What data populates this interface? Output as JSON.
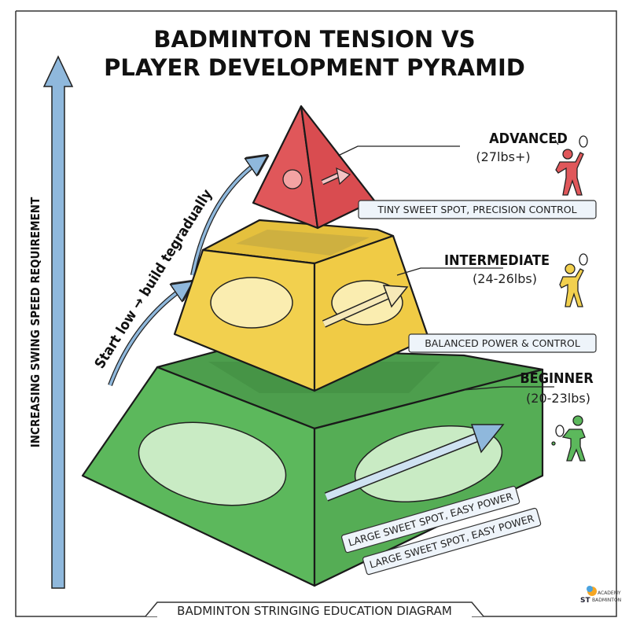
{
  "title": {
    "line1": "BADMINTON TENSION VS",
    "line2": "PLAYER DEVELOPMENT PYRAMID"
  },
  "axis_label": "INCREASING SWING SPEED REQUIREMENT",
  "progression_text": "Start low → build tegradually",
  "levels": [
    {
      "name": "ADVANCED",
      "tension": "(27lbs+)",
      "description": "TINY SWEET SPOT, PRECISION CONTROL",
      "color": "#e0575a",
      "icon": "advanced-player-icon"
    },
    {
      "name": "INTERMEDIATE",
      "tension": "(24-26lbs)",
      "description": "BALANCED POWER & CONTROL",
      "color": "#f2d04e",
      "icon": "intermediate-player-icon"
    },
    {
      "name": "BEGINNER",
      "tension": "(20-23lbs)",
      "description": "LARGE SWEET SPOT, EASY POWER",
      "description_repeat": "LARGE SWEET SPOT, EASY POWER",
      "color": "#5cb85c",
      "icon": "beginner-player-icon"
    }
  ],
  "footer": "BADMINTON STRINGING EDUCATION DIAGRAM",
  "logo": {
    "line1": "ACADEMY",
    "line2": "ST",
    "line3": "BADMINTON"
  },
  "colors": {
    "arrow": "#8fb8dc",
    "box_bg": "#eef4fa"
  }
}
